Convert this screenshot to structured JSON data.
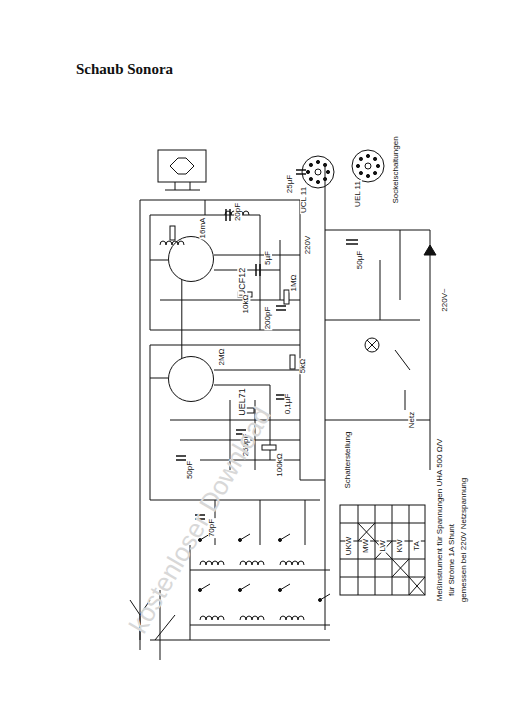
{
  "diagram": {
    "title": "Schaub Sonora",
    "nodes": [
      {
        "text": [
          "UCF12"
        ]
      },
      {
        "text": [
          "UEL71"
        ]
      }
    ],
    "edges": [
      {
        "from": 0,
        "to": 1,
        "arrow": "none"
      }
    ],
    "labels": [
      "16mA",
      "20pF",
      "5µF",
      "10kΩ",
      "200pF",
      "1MΩ",
      "220V",
      "25µF",
      "50µF",
      "UCL 11",
      "UEL 11",
      "Sockelschaltungen",
      "0,1µF",
      "5kΩ",
      "250pF",
      "50pF",
      "70pF",
      "2MΩ",
      "100kΩ",
      "Schalterstellung",
      "UKW",
      "MW",
      "LW",
      "KW",
      "TA",
      "Meßinstrument für Spannungen UHA 500 Ω/V",
      "für Ströme 1A Shunt",
      "gemessen bei 220V Netzspannung",
      "220V~",
      "Netz",
      "kostenloser Download"
    ]
  }
}
